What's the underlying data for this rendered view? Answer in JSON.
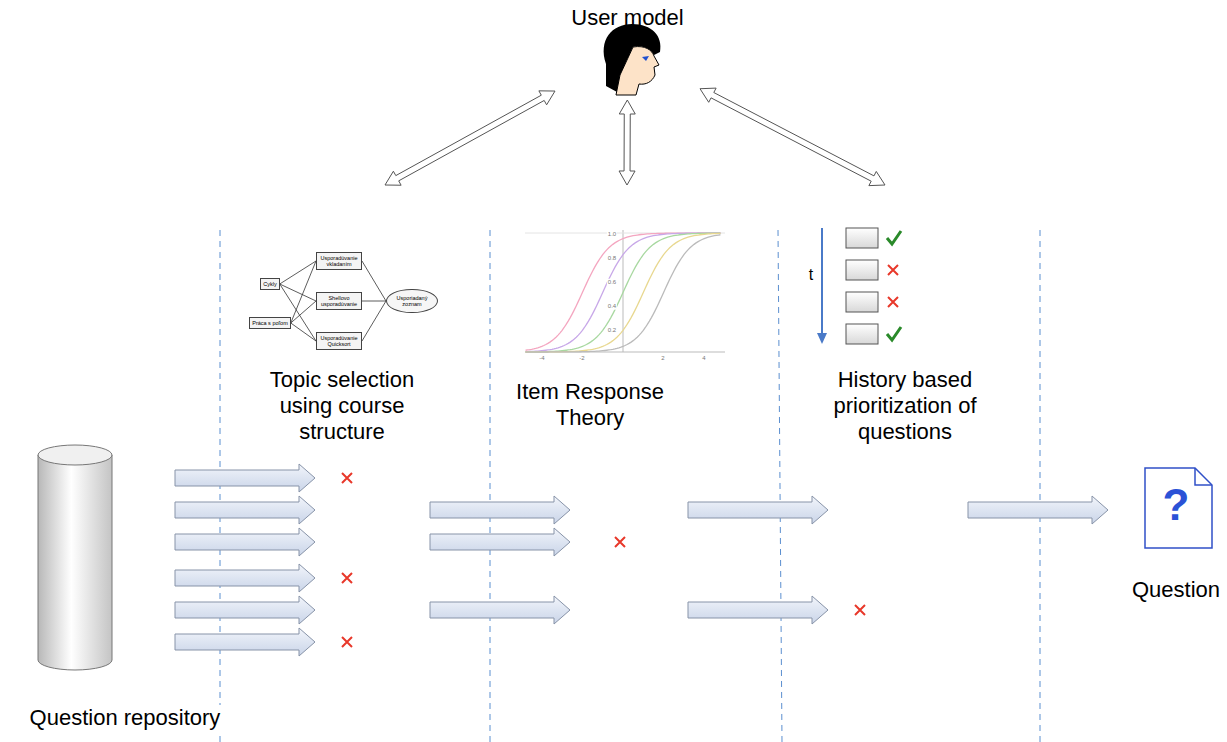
{
  "diagram": {
    "nodes": [
      {
        "text": [
          "User model"
        ]
      },
      {
        "text": [
          "Topic selection using course structure"
        ]
      },
      {
        "text": [
          "Cykly"
        ],
        "in": 1
      },
      {
        "text": [
          "Práca s poľom"
        ],
        "in": 1
      },
      {
        "text": [
          "Usporadúvanie vkladaním"
        ],
        "in": 1
      },
      {
        "text": [
          "Shellovo usporadúvanie"
        ],
        "in": 1
      },
      {
        "text": [
          "Usporadúvanie Quicksort"
        ],
        "in": 1
      },
      {
        "text": [
          "Usporiadaný zoznam"
        ],
        "in": 1
      },
      {
        "text": [
          "Item Response Theory"
        ]
      },
      {
        "text": [
          "History based prioritization of questions"
        ]
      },
      {
        "text": [
          "Question repository"
        ]
      },
      {
        "text": [
          "?",
          "Question"
        ]
      }
    ],
    "edges": [
      {
        "from": 0,
        "to": 1,
        "arrow": "both"
      },
      {
        "from": 0,
        "to": 8,
        "arrow": "both"
      },
      {
        "from": 0,
        "to": 9,
        "arrow": "both"
      },
      {
        "from": 2,
        "to": 4,
        "arrow": "none"
      },
      {
        "from": 2,
        "to": 5,
        "arrow": "none"
      },
      {
        "from": 2,
        "to": 6,
        "arrow": "none"
      },
      {
        "from": 3,
        "to": 4,
        "arrow": "none"
      },
      {
        "from": 3,
        "to": 5,
        "arrow": "none"
      },
      {
        "from": 3,
        "to": 6,
        "arrow": "none"
      },
      {
        "from": 4,
        "to": 7,
        "arrow": "none"
      },
      {
        "from": 5,
        "to": 7,
        "arrow": "none"
      },
      {
        "from": 6,
        "to": 7,
        "arrow": "none"
      },
      {
        "from": 10,
        "to": 1,
        "arrow": "to"
      },
      {
        "from": 10,
        "to": 1,
        "arrow": "to"
      },
      {
        "from": 10,
        "to": 1,
        "arrow": "to"
      },
      {
        "from": 10,
        "to": 1,
        "arrow": "to"
      },
      {
        "from": 10,
        "to": 1,
        "arrow": "to"
      },
      {
        "from": 10,
        "to": 1,
        "arrow": "to"
      },
      {
        "from": 1,
        "to": 8,
        "arrow": "to"
      },
      {
        "from": 1,
        "to": 8,
        "arrow": "to"
      },
      {
        "from": 1,
        "to": 8,
        "arrow": "to"
      },
      {
        "from": 8,
        "to": 9,
        "arrow": "to"
      },
      {
        "from": 8,
        "to": 9,
        "arrow": "to"
      },
      {
        "from": 9,
        "to": 11,
        "arrow": "to"
      }
    ],
    "labels": [
      "1.0",
      "0.8",
      "0.6",
      "0.4",
      "0.2",
      "-4",
      "-2",
      "2",
      "4",
      "t"
    ]
  }
}
